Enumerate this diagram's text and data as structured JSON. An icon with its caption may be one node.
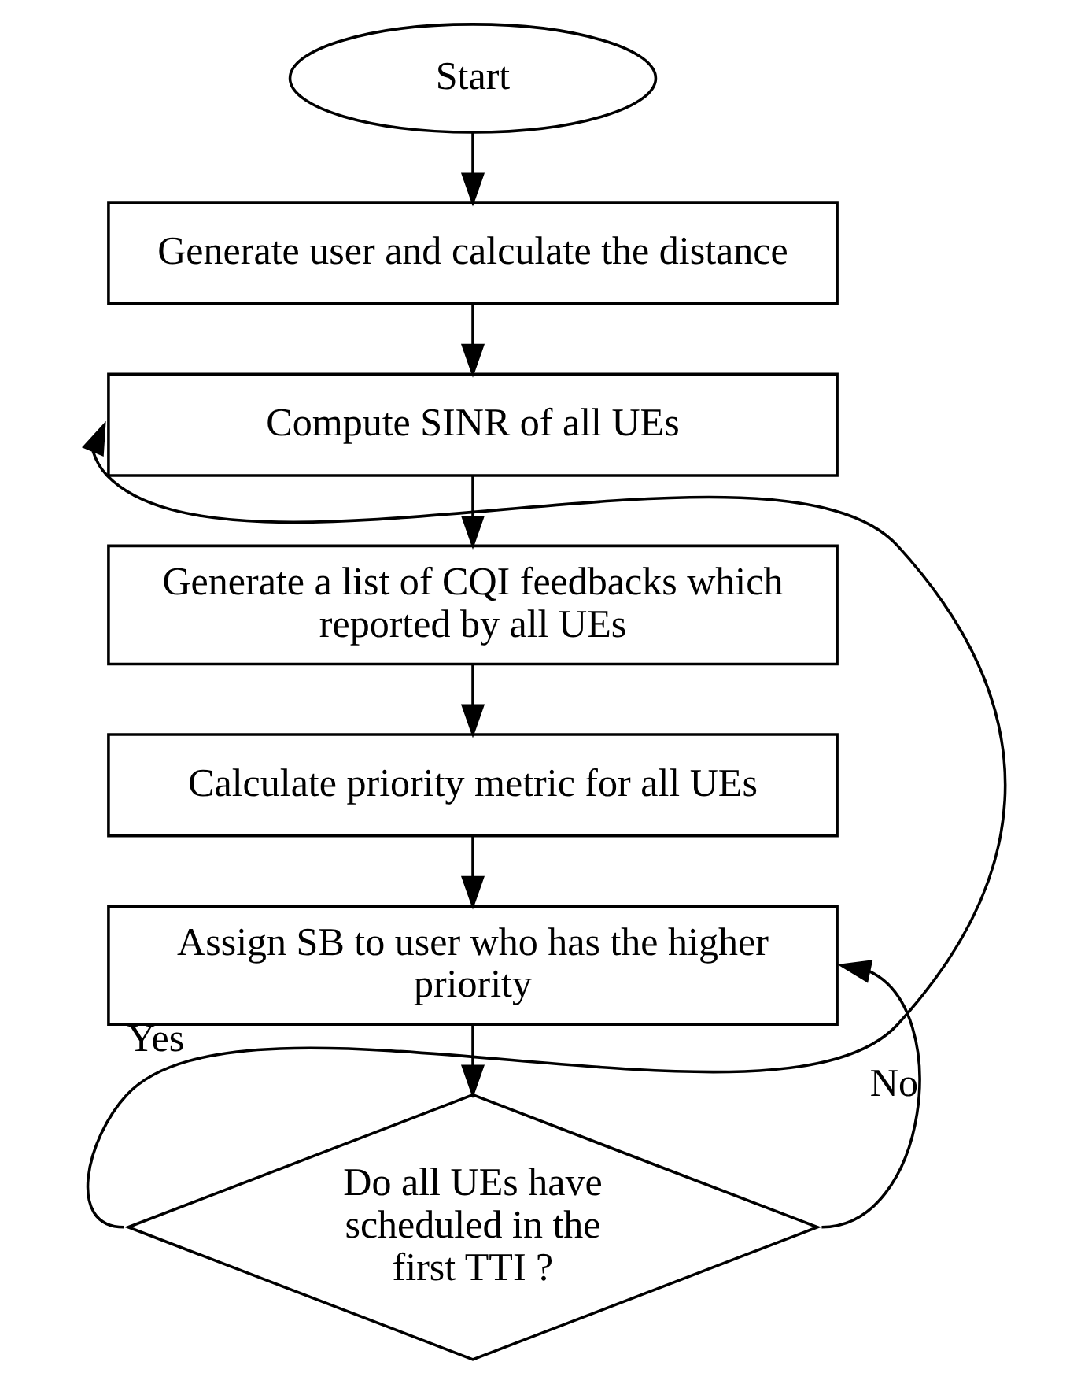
{
  "diagram": {
    "nodes": [
      {
        "text": [
          "Start"
        ]
      },
      {
        "text": [
          "Generate user and calculate the distance"
        ]
      },
      {
        "text": [
          "Compute SINR of all UEs"
        ]
      },
      {
        "text": [
          "Generate a list of CQI feedbacks which reported by all UEs"
        ]
      },
      {
        "text": [
          "Calculate priority metric for all UEs"
        ]
      },
      {
        "text": [
          "Assign SB to user who has the higher priority"
        ]
      },
      {
        "text": [
          "Do all UEs have scheduled in the first TTI ?"
        ]
      }
    ],
    "edges": [
      {
        "from": 0,
        "to": 1,
        "arrow": "to"
      },
      {
        "from": 1,
        "to": 2,
        "arrow": "to"
      },
      {
        "from": 2,
        "to": 3,
        "arrow": "to"
      },
      {
        "from": 3,
        "to": 4,
        "arrow": "to"
      },
      {
        "from": 4,
        "to": 5,
        "arrow": "to"
      },
      {
        "from": 5,
        "to": 6,
        "arrow": "to"
      },
      {
        "from": 6,
        "to": 2,
        "arrow": "to",
        "label": "Yes"
      },
      {
        "from": 6,
        "to": 5,
        "arrow": "to",
        "label": "No"
      }
    ]
  }
}
